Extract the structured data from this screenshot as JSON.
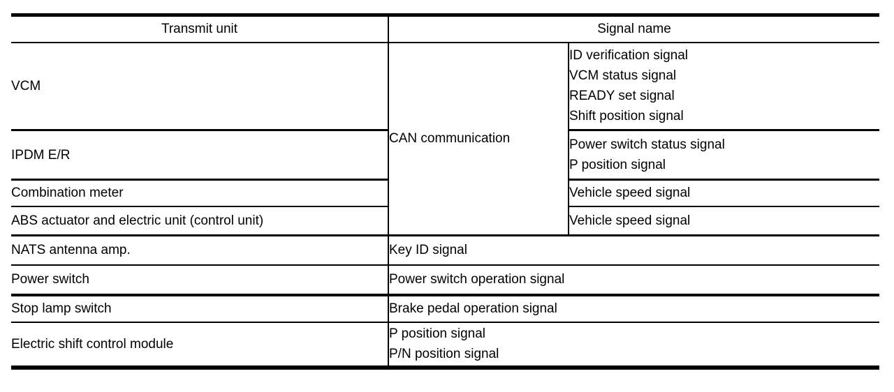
{
  "table": {
    "header": {
      "transmit_unit": "Transmit unit",
      "signal_name": "Signal name"
    },
    "can_label": "CAN communication",
    "rows": [
      {
        "unit": "VCM",
        "signals": [
          "ID verification signal",
          "VCM status signal",
          "READY set signal",
          "Shift position signal"
        ]
      },
      {
        "unit": "IPDM E/R",
        "signals": [
          "Power switch status signal",
          "P position signal"
        ]
      },
      {
        "unit": "Combination meter",
        "signals": [
          "Vehicle speed signal"
        ]
      },
      {
        "unit": "ABS actuator and electric unit (control unit)",
        "signals": [
          "Vehicle speed signal"
        ]
      },
      {
        "unit": "NATS antenna amp.",
        "signals": [
          "Key ID signal"
        ]
      },
      {
        "unit": "Power switch",
        "signals": [
          "Power switch operation signal"
        ]
      },
      {
        "unit": "Stop lamp switch",
        "signals": [
          "Brake pedal operation signal"
        ]
      },
      {
        "unit": "Electric shift control module",
        "signals": [
          "P position signal",
          "P/N position signal"
        ]
      }
    ],
    "colors": {
      "text": "#000000",
      "border": "#000000",
      "background": "#ffffff"
    }
  }
}
